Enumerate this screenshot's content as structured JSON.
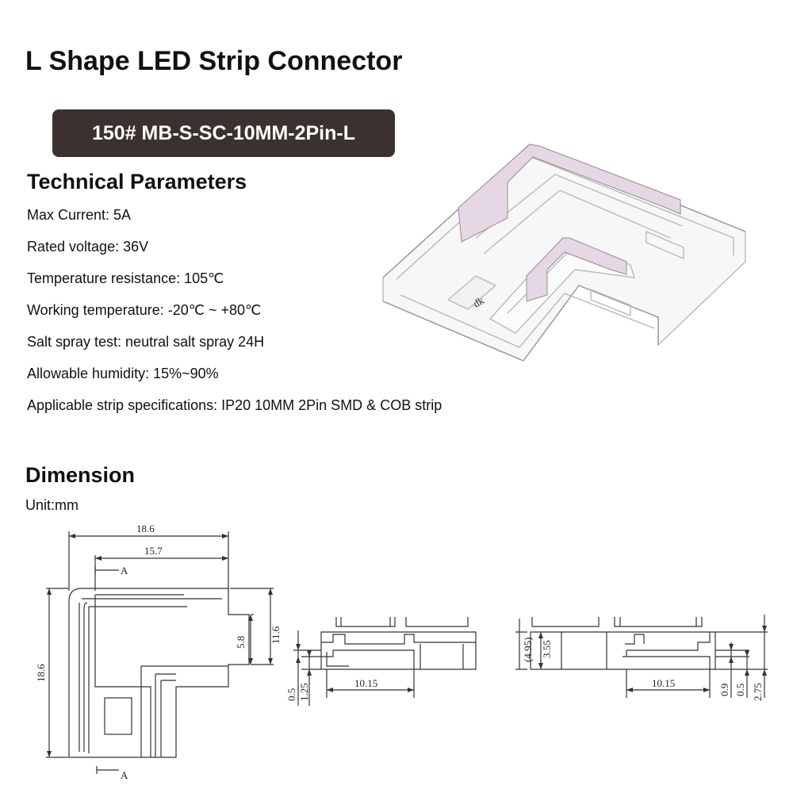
{
  "title": "L Shape LED Strip Connector",
  "model": "150# MB-S-SC-10MM-2Pin-L",
  "technical": {
    "heading": "Technical Parameters",
    "params": [
      "Max Current: 5A",
      "Rated voltage: 36V",
      "Temperature resistance: 105℃",
      "Working temperature: -20℃ ~ +80℃",
      "Salt spray test: neutral salt spray 24H",
      "Allowable humidity: 15%~90%",
      "Applicable strip specifications: IP20 10MM 2Pin SMD & COB strip"
    ]
  },
  "dimension": {
    "heading": "Dimension",
    "unit": "Unit:mm",
    "top_view": {
      "overall_width": "18.6",
      "inner_width": "15.7",
      "overall_height": "18.6",
      "inner_height": "11.6",
      "opening": "5.8",
      "section_mark": "A"
    },
    "side_view_1": {
      "length": "10.15",
      "dim_a": "0.5",
      "dim_b": "1.25"
    },
    "side_view_2": {
      "length": "10.15",
      "dim_a": "(4.95)",
      "dim_b": "3.55",
      "dim_c": "0.9",
      "dim_d": "0.5",
      "dim_e": "2.75"
    }
  }
}
